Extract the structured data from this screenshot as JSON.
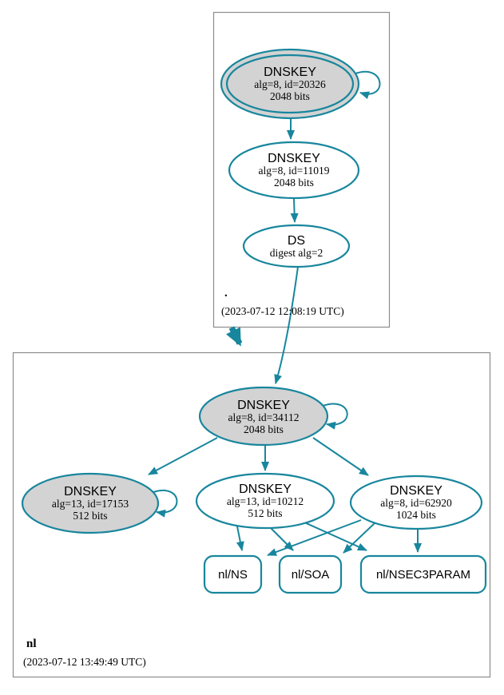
{
  "diagram": {
    "zones": {
      "root": {
        "label": ".",
        "timestamp": "(2023-07-12 12:08:19 UTC)"
      },
      "nl": {
        "label": "nl",
        "timestamp": "(2023-07-12 13:49:49 UTC)"
      }
    },
    "nodes": {
      "root_ksk": {
        "type": "DNSKEY",
        "detail1": "alg=8, id=20326",
        "detail2": "2048 bits"
      },
      "root_zsk": {
        "type": "DNSKEY",
        "detail1": "alg=8, id=11019",
        "detail2": "2048 bits"
      },
      "root_ds": {
        "type": "DS",
        "detail1": "digest alg=2"
      },
      "nl_ksk": {
        "type": "DNSKEY",
        "detail1": "alg=8, id=34112",
        "detail2": "2048 bits"
      },
      "nl_key_17153": {
        "type": "DNSKEY",
        "detail1": "alg=13, id=17153",
        "detail2": "512 bits"
      },
      "nl_key_10212": {
        "type": "DNSKEY",
        "detail1": "alg=13, id=10212",
        "detail2": "512 bits"
      },
      "nl_key_62920": {
        "type": "DNSKEY",
        "detail1": "alg=8, id=62920",
        "detail2": "1024 bits"
      },
      "nl_ns": {
        "label": "nl/NS"
      },
      "nl_soa": {
        "label": "nl/SOA"
      },
      "nl_nsec3param": {
        "label": "nl/NSEC3PARAM"
      }
    },
    "colors": {
      "edge": "#18869d",
      "ksk_fill": "#d3d3d3",
      "node_fill": "#ffffff",
      "zone_border": "#8c8c8c",
      "text": "#000000"
    }
  }
}
